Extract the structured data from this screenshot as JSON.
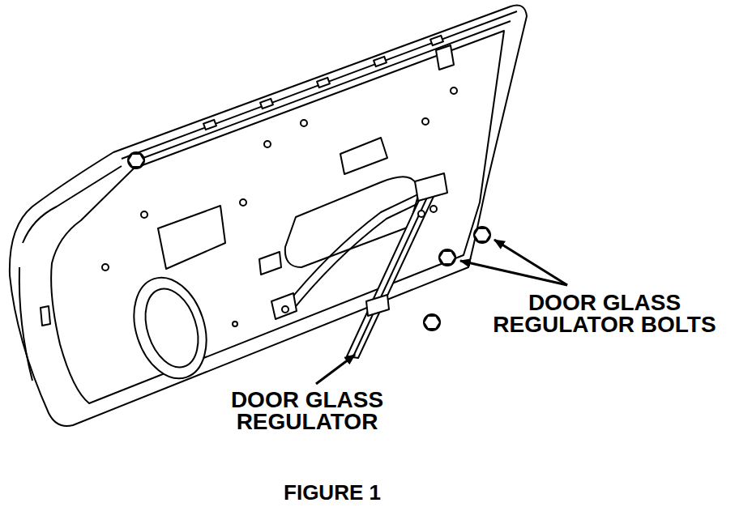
{
  "diagram": {
    "caption": "FIGURE 1",
    "labels": [
      "DOOR GLASS REGULATOR BOLTS",
      "DOOR GLASS REGULATOR"
    ]
  }
}
